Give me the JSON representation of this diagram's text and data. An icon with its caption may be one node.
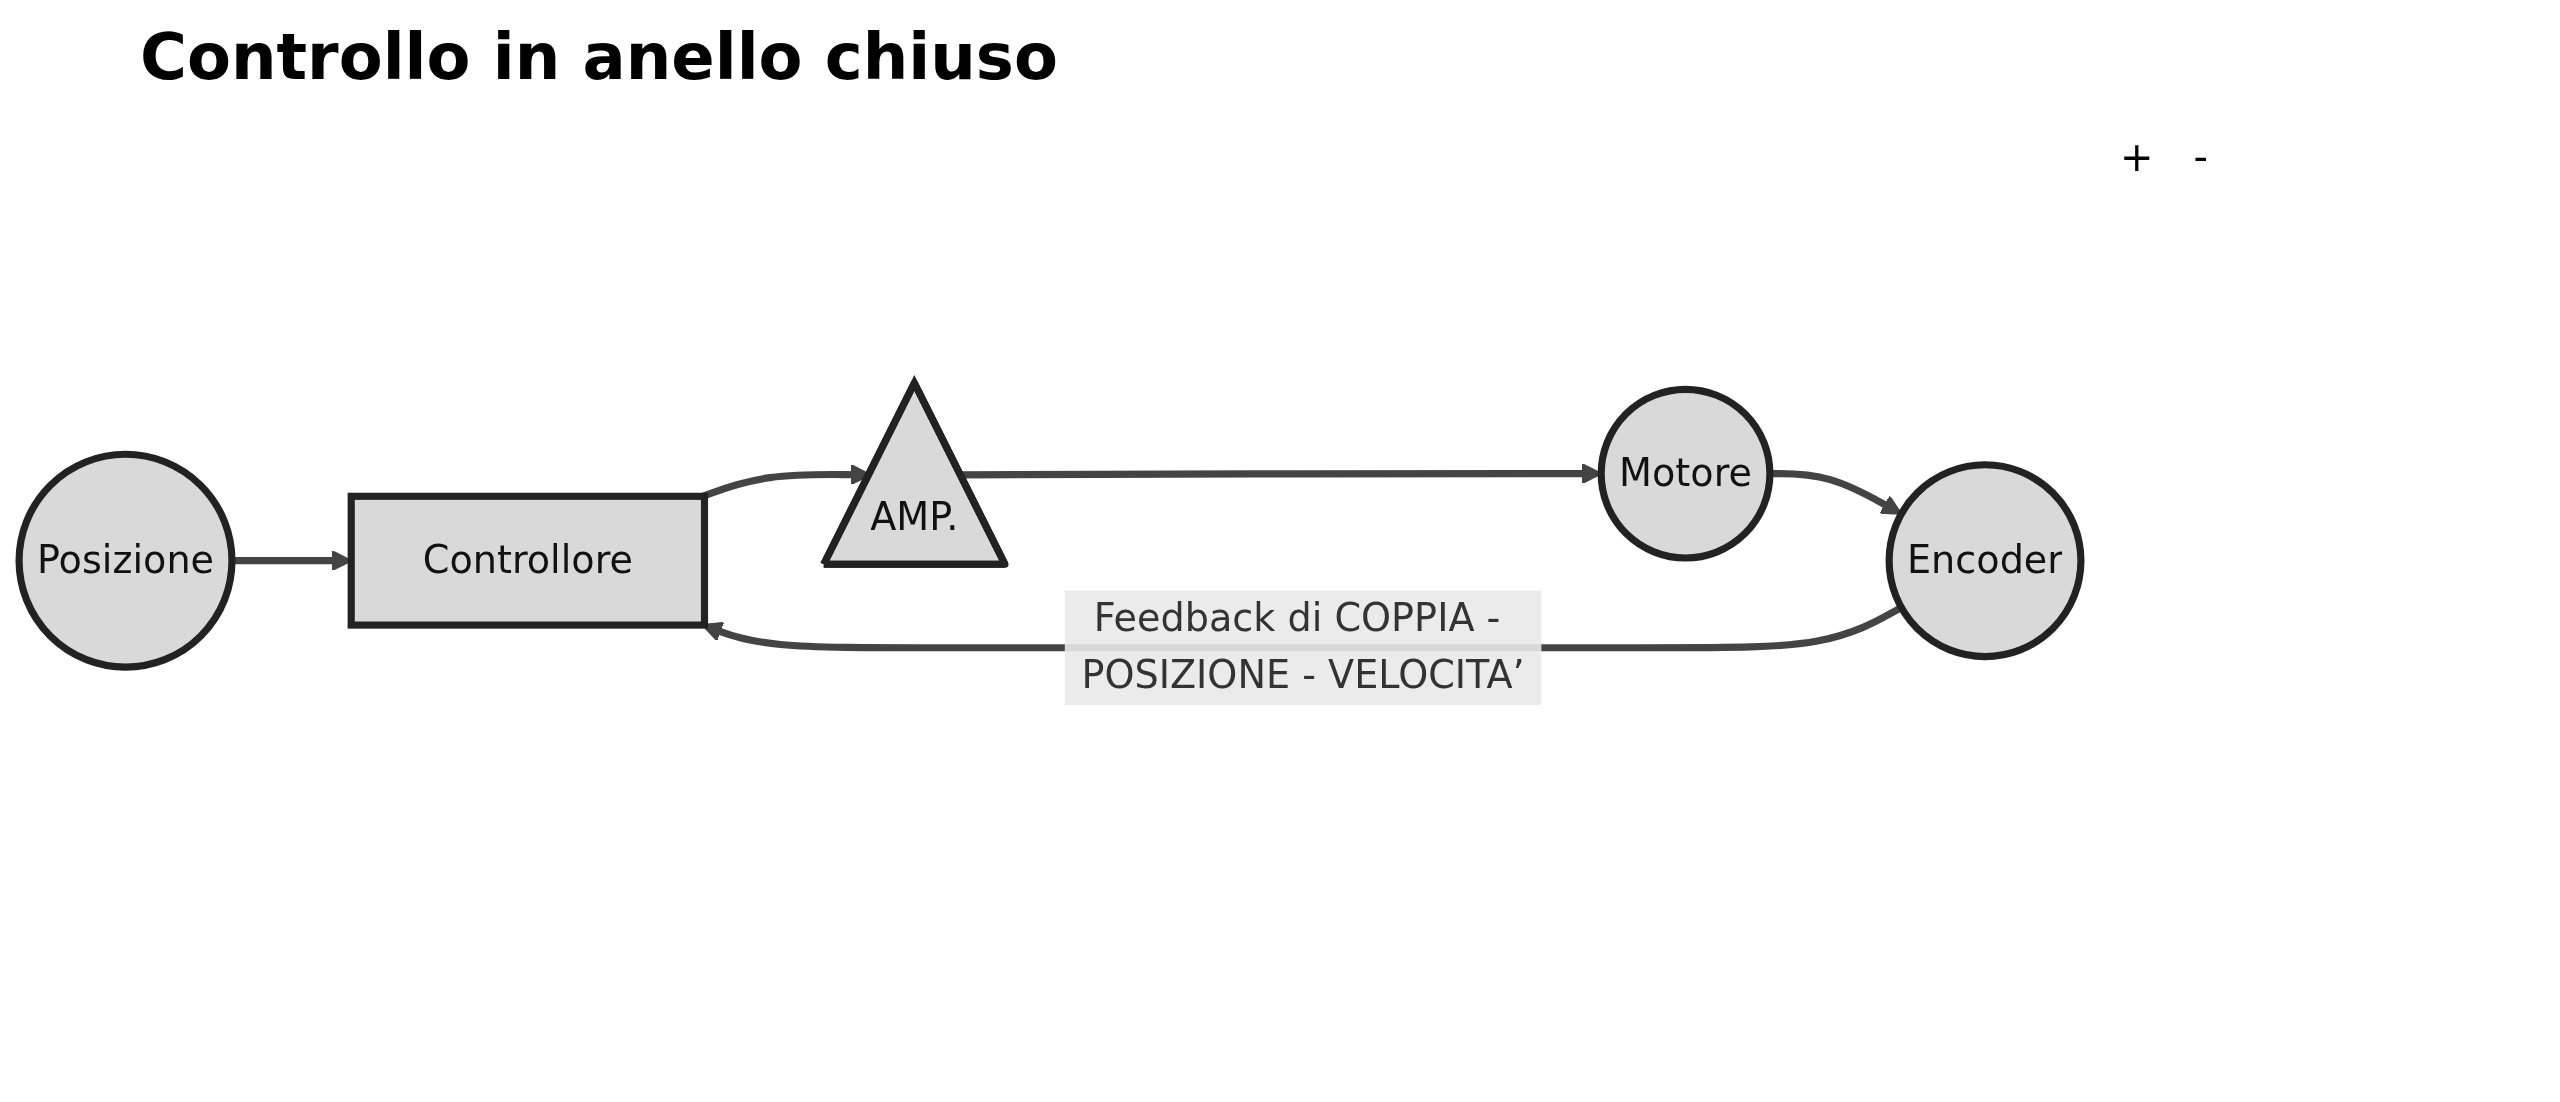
{
  "diagram": {
    "title": "Controllo in anello chiuso",
    "nodes": [
      {
        "text": [
          "Posizione"
        ]
      },
      {
        "text": [
          "Controllore"
        ]
      },
      {
        "text": [
          "AMP."
        ]
      },
      {
        "text": [
          "Motore"
        ]
      },
      {
        "text": [
          "Encoder"
        ]
      }
    ],
    "edges": [
      {
        "from": 0,
        "to": 1,
        "arrow": "to"
      },
      {
        "from": 1,
        "to": 2,
        "arrow": "to"
      },
      {
        "from": 2,
        "to": 3,
        "arrow": "to"
      },
      {
        "from": 3,
        "to": 4,
        "arrow": "to"
      },
      {
        "from": 4,
        "to": 1,
        "arrow": "to",
        "label": "Feedback di COPPIA - POSIZIONE - VELOCITA’"
      }
    ],
    "labels": [
      "+",
      "-"
    ]
  }
}
